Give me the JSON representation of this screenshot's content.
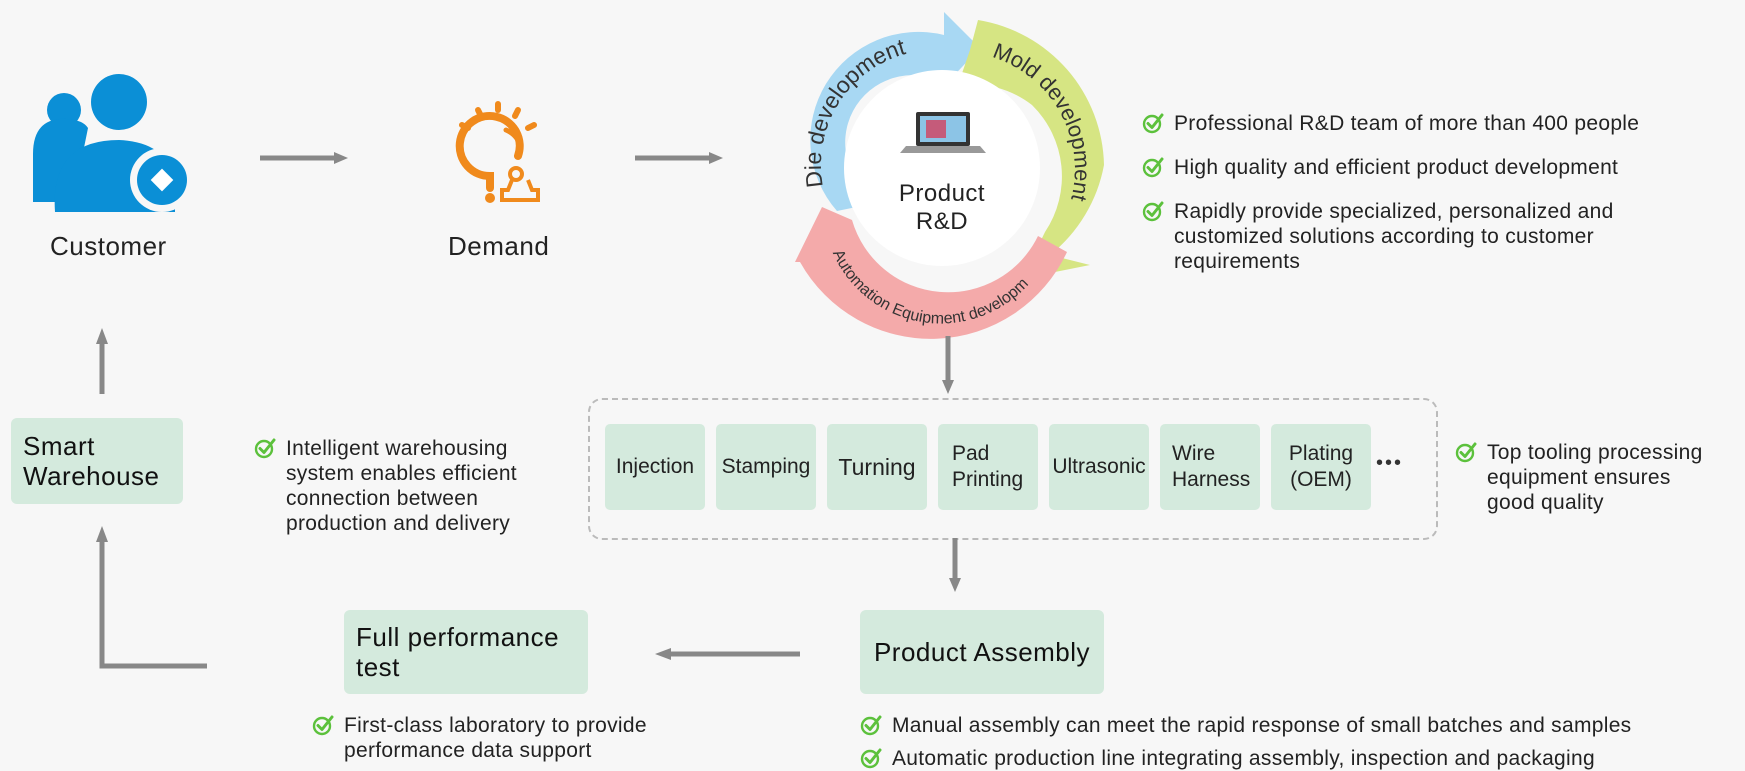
{
  "nodes": {
    "customer": "Customer",
    "demand": "Demand",
    "product_rd": "Product\nR&D",
    "smart_warehouse": "Smart\nWarehouse",
    "full_test": "Full performance\ntest",
    "product_assembly": "Product Assembly"
  },
  "cycle": {
    "die": "Die development",
    "mold": "Mold development",
    "automation": "Automation Equipment development"
  },
  "processes": [
    "Injection",
    "Stamping",
    "Turning",
    "Pad\nPrinting",
    "Ultrasonic",
    "Wire\nHarness",
    "Plating\n(OEM)"
  ],
  "more": "•••",
  "bullets": {
    "rd": [
      "Professional R&D team of more than 400 people",
      "High quality and efficient product development",
      "Rapidly provide specialized, personalized and\ncustomized solutions according to customer\nrequirements"
    ],
    "warehouse": "Intelligent warehousing\nsystem enables efficient\nconnection between\nproduction and delivery",
    "tooling": "Top tooling processing\nequipment ensures\ngood quality",
    "test": "First-class laboratory to provide\nperformance data support",
    "assembly": [
      "Manual assembly can meet the rapid response of small batches and samples",
      "Automatic production line integrating assembly, inspection and packaging"
    ]
  },
  "colors": {
    "icon_blue": "#0b8fd6",
    "icon_orange": "#f08a1c",
    "check_green": "#5cc13c",
    "box_fill": "#d4eadd",
    "arrow_gray": "#888888",
    "arc_blue": "#a8d8f3",
    "arc_green": "#d6e583",
    "arc_pink": "#f4aaaa"
  }
}
